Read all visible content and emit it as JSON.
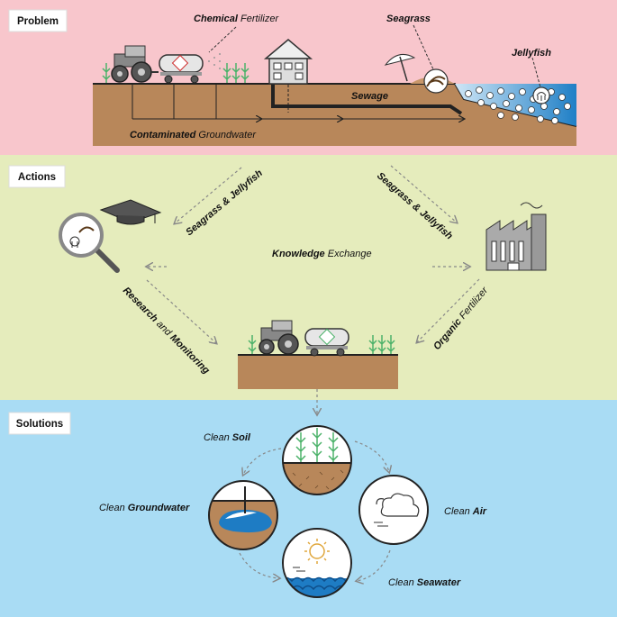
{
  "sections": {
    "problem": "Problem",
    "actions": "Actions",
    "solutions": "Solutions"
  },
  "problem": {
    "chemical_bold": "Chemical",
    "chemical_rest": " Fertilizer",
    "seagrass": "Seagrass",
    "jellyfish": "Jellyfish",
    "sewage": "Sewage",
    "groundwater_bold": "Contaminated",
    "groundwater_rest": " Groundwater"
  },
  "actions": {
    "flow_left": "Seagrass & Jellyfish",
    "flow_right": "Seagrass & Jellyfish",
    "knowledge_bold": "Knowledge",
    "knowledge_rest": " Exchange",
    "research_bold1": "Research",
    "research_mid": " and ",
    "research_bold2": "Monitoring",
    "organic_bold": "Organic",
    "organic_rest": " Fertilizer"
  },
  "solutions": {
    "soil_pre": "Clean ",
    "soil_bold": "Soil",
    "groundwater_pre": "Clean ",
    "groundwater_bold": "Groundwater",
    "air_pre": "Clean ",
    "air_bold": "Air",
    "seawater_pre": "Clean ",
    "seawater_bold": "Seawater"
  },
  "colors": {
    "problem_bg": "#f8c6cc",
    "actions_bg": "#e5ecbc",
    "solutions_bg": "#a9dcf4",
    "soil": "#b8875a",
    "water": "#1e7cc4",
    "plant": "#4cb26a"
  }
}
